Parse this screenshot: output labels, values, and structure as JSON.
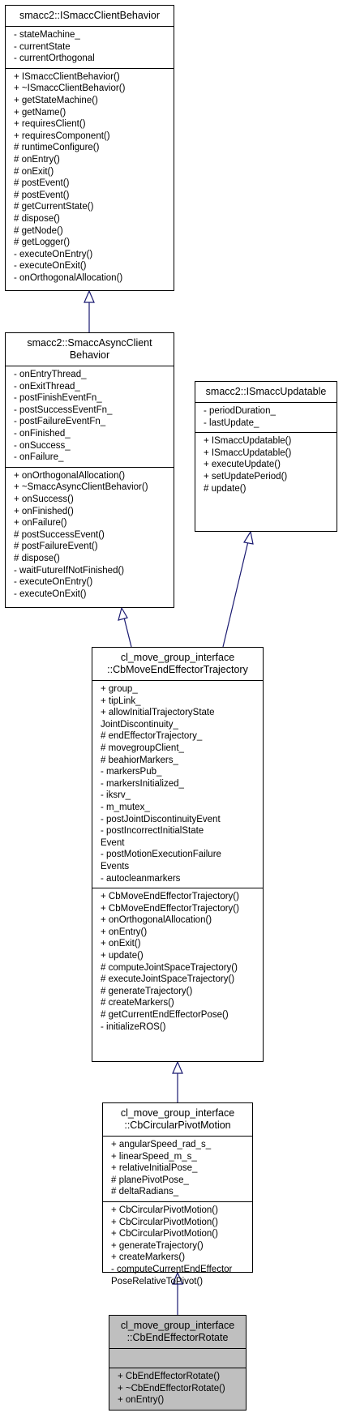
{
  "classes": {
    "client_behavior": {
      "title": [
        "smacc2::ISmaccClientBehavior"
      ],
      "attributes": [
        "- stateMachine_",
        "- currentState",
        "- currentOrthogonal"
      ],
      "methods": [
        "+ ISmaccClientBehavior()",
        "+ ~ISmaccClientBehavior()",
        "+ getStateMachine()",
        "+ getName()",
        "+ requiresClient()",
        "+ requiresComponent()",
        "# runtimeConfigure()",
        "# onEntry()",
        "# onExit()",
        "# postEvent()",
        "# postEvent()",
        "# getCurrentState()",
        "# dispose()",
        "# getNode()",
        "# getLogger()",
        "- executeOnEntry()",
        "- executeOnExit()",
        "- onOrthogonalAllocation()"
      ]
    },
    "async_client": {
      "title": [
        "smacc2::SmaccAsyncClient",
        "Behavior"
      ],
      "attributes": [
        "- onEntryThread_",
        "- onExitThread_",
        "- postFinishEventFn_",
        "- postSuccessEventFn_",
        "- postFailureEventFn_",
        "- onFinished_",
        "- onSuccess_",
        "- onFailure_"
      ],
      "methods": [
        "+ onOrthogonalAllocation()",
        "+ ~SmaccAsyncClientBehavior()",
        "+ onSuccess()",
        "+ onFinished()",
        "+ onFailure()",
        "# postSuccessEvent()",
        "# postFailureEvent()",
        "# dispose()",
        "- waitFutureIfNotFinished()",
        "- executeOnEntry()",
        "- executeOnExit()"
      ]
    },
    "updatable": {
      "title": [
        "smacc2::ISmaccUpdatable"
      ],
      "attributes": [
        "- periodDuration_",
        "- lastUpdate_"
      ],
      "methods": [
        "+ ISmaccUpdatable()",
        "+ ISmaccUpdatable()",
        "+ executeUpdate()",
        "+ setUpdatePeriod()",
        "# update()"
      ]
    },
    "trajectory": {
      "title": [
        "cl_move_group_interface",
        "::CbMoveEndEffectorTrajectory"
      ],
      "attributes": [
        "+ group_",
        "+ tipLink_",
        "+ allowInitialTrajectoryState",
        "JointDiscontinuity_",
        "# endEffectorTrajectory_",
        "# movegroupClient_",
        "# beahiorMarkers_",
        "- markersPub_",
        "- markersInitialized_",
        "- iksrv_",
        "- m_mutex_",
        "- postJointDiscontinuityEvent",
        "- postIncorrectInitialState",
        "Event",
        "- postMotionExecutionFailure",
        "Events",
        "- autocleanmarkers"
      ],
      "methods": [
        "+ CbMoveEndEffectorTrajectory()",
        "+ CbMoveEndEffectorTrajectory()",
        "+ onOrthogonalAllocation()",
        "+ onEntry()",
        "+ onExit()",
        "+ update()",
        "# computeJointSpaceTrajectory()",
        "# executeJointSpaceTrajectory()",
        "# generateTrajectory()",
        "# createMarkers()",
        "# getCurrentEndEffectorPose()",
        "- initializeROS()"
      ]
    },
    "pivot": {
      "title": [
        "cl_move_group_interface",
        "::CbCircularPivotMotion"
      ],
      "attributes": [
        "+ angularSpeed_rad_s_",
        "+ linearSpeed_m_s_",
        "+ relativeInitialPose_",
        "# planePivotPose_",
        "# deltaRadians_"
      ],
      "methods": [
        "+ CbCircularPivotMotion()",
        "+ CbCircularPivotMotion()",
        "+ CbCircularPivotMotion()",
        "+ generateTrajectory()",
        "+ createMarkers()",
        "- computeCurrentEndEffector",
        "PoseRelativeToPivot()"
      ]
    },
    "rotate": {
      "title": [
        "cl_move_group_interface",
        "::CbEndEffectorRotate"
      ],
      "attributes": [],
      "methods": [
        "+ CbEndEffectorRotate()",
        "+ ~CbEndEffectorRotate()",
        "+ onEntry()"
      ]
    }
  },
  "colors": {
    "edge": "#191970",
    "highlight": "#bfbfbf"
  }
}
